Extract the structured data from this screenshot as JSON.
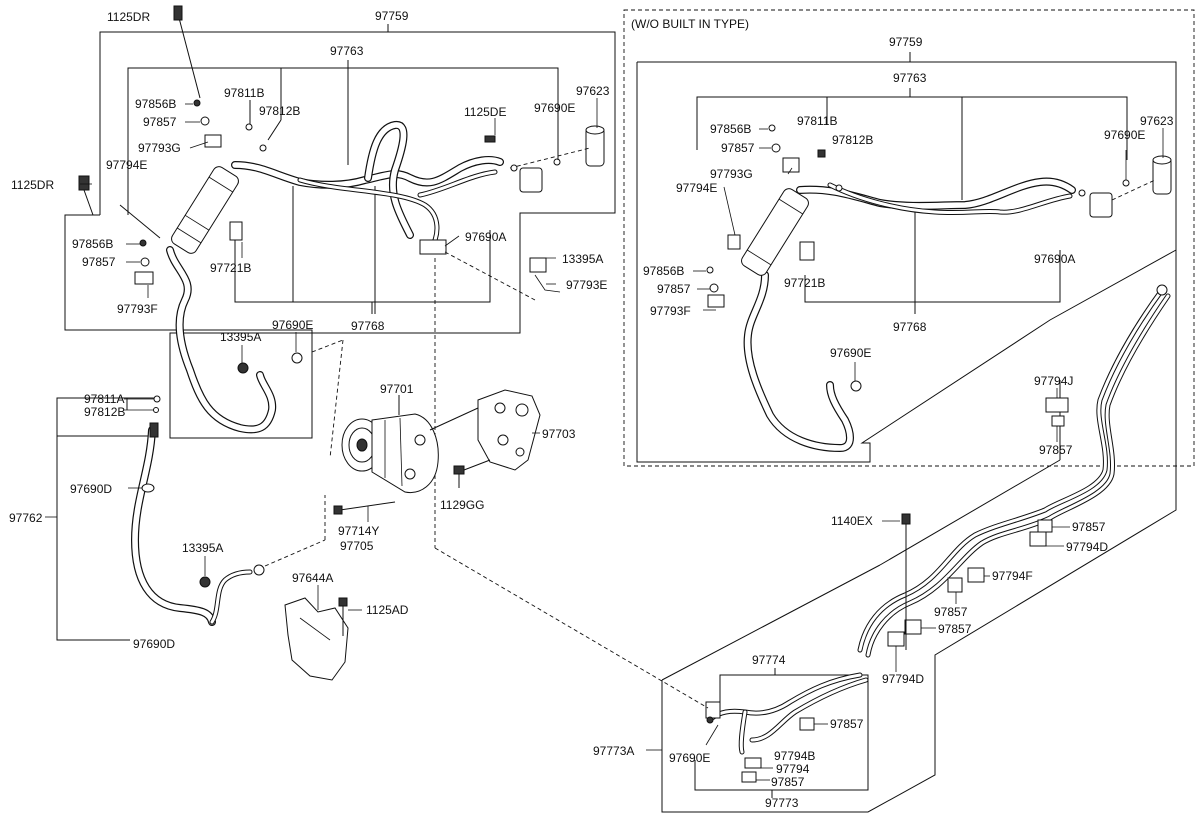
{
  "variant_label": "(W/O BUILT IN TYPE)",
  "labels": {
    "p1125DR_top": "1125DR",
    "p97759_main": "97759",
    "p97763_main": "97763",
    "p97811B_main": "97811B",
    "p97812B_main": "97812B",
    "p97856B_top": "97856B",
    "p97857_top": "97857",
    "p97793G_main": "97793G",
    "p97794E_main": "97794E",
    "p1125DE": "1125DE",
    "p97690E_top": "97690E",
    "p97623_main": "97623",
    "p1125DR_left": "1125DR",
    "p97856B_mid": "97856B",
    "p97857_mid": "97857",
    "p97721B_main": "97721B",
    "p97690A_main": "97690A",
    "p13395A_right": "13395A",
    "p97793E": "97793E",
    "p97793F_main": "97793F",
    "p13395A_mid": "13395A",
    "p97690E_mid": "97690E",
    "p97768_main": "97768",
    "p97701": "97701",
    "p97703": "97703",
    "p97811A": "97811A",
    "p97812B_left": "97812B",
    "p97690D_left": "97690D",
    "p97762": "97762",
    "p1129GG": "1129GG",
    "p97714Y": "97714Y",
    "p97705": "97705",
    "p13395A_low": "13395A",
    "p97644A": "97644A",
    "p1125AD": "1125AD",
    "p97690D_bottom": "97690D",
    "q97759": "97759",
    "q97763": "97763",
    "q97856B": "97856B",
    "q97811B": "97811B",
    "q97812B": "97812B",
    "q97623": "97623",
    "q97690E_top": "97690E",
    "q97857": "97857",
    "q97793G": "97793G",
    "q97794E": "97794E",
    "q97856B_mid": "97856B",
    "q97721B": "97721B",
    "q97690A": "97690A",
    "q97857_mid": "97857",
    "q97793F": "97793F",
    "q97768": "97768",
    "q97690E_mid": "97690E",
    "r97794J": "97794J",
    "r97857_a": "97857",
    "r1140EX": "1140EX",
    "r97857_b": "97857",
    "r97794D_a": "97794D",
    "r97794F": "97794F",
    "r97857_c": "97857",
    "r97857_d": "97857",
    "r97794D_b": "97794D",
    "r97774": "97774",
    "r97857_e": "97857",
    "r97773A": "97773A",
    "r97690E": "97690E",
    "r97794B": "97794B",
    "r97794": "97794",
    "r97857_f": "97857",
    "r97773": "97773"
  }
}
